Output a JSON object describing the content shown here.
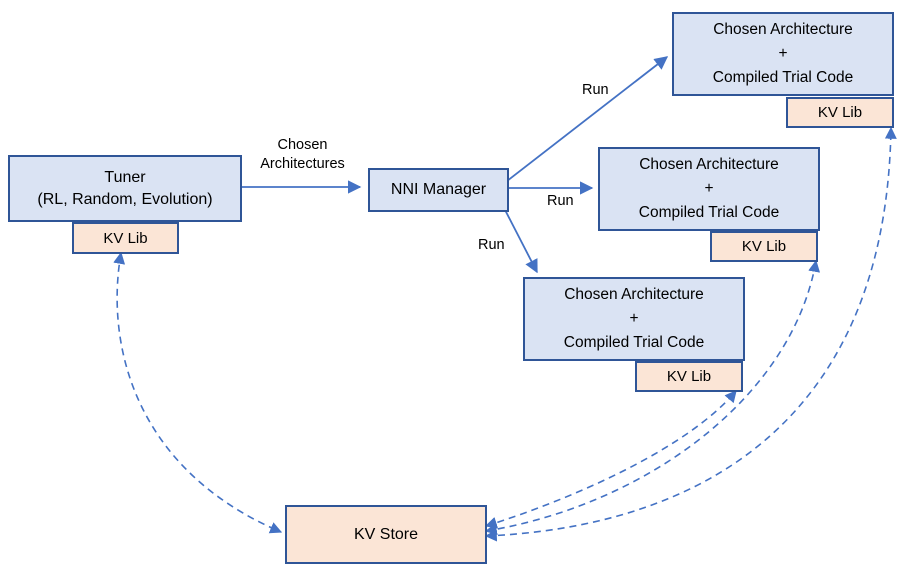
{
  "colors": {
    "node_fill_blue": "#dae3f3",
    "node_fill_peach": "#fbe5d6",
    "node_border": "#2f5597",
    "arrow": "#4472c4"
  },
  "nodes": {
    "tuner": {
      "title": "Tuner",
      "subtitle": "(RL, Random, Evolution)",
      "kvlib": "KV Lib"
    },
    "nni_manager": {
      "label": "NNI Manager"
    },
    "trials": [
      {
        "line1": "Chosen Architecture",
        "line2": "+",
        "line3": "Compiled Trial Code",
        "kvlib": "KV Lib"
      },
      {
        "line1": "Chosen Architecture",
        "line2": "+",
        "line3": "Compiled Trial Code",
        "kvlib": "KV Lib"
      },
      {
        "line1": "Chosen Architecture",
        "line2": "+",
        "line3": "Compiled Trial Code",
        "kvlib": "KV Lib"
      }
    ],
    "kv_store": {
      "label": "KV Store"
    }
  },
  "edges": {
    "chosen_architectures": {
      "line1": "Chosen",
      "line2": "Architectures"
    },
    "run_top": "Run",
    "run_middle": "Run",
    "run_bottom": "Run"
  }
}
